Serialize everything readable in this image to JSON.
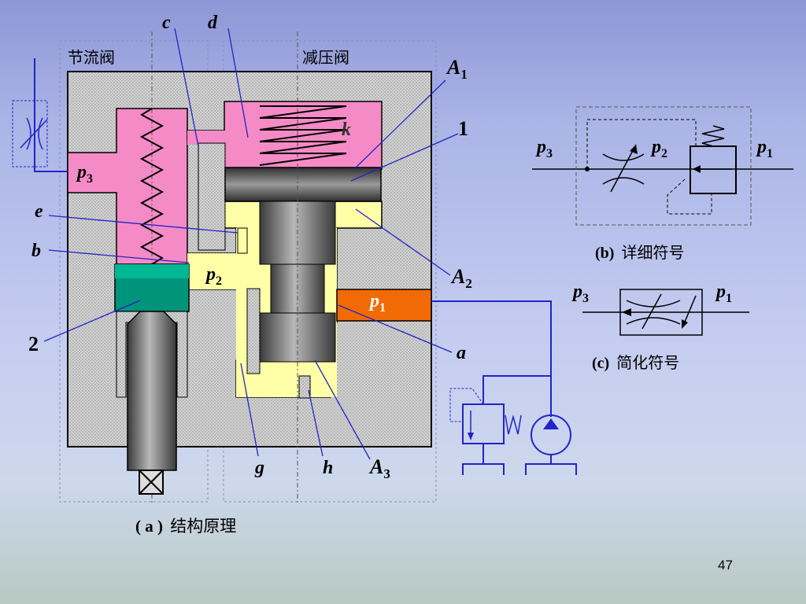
{
  "section_titles": {
    "throttle": "节流阀",
    "reducer": "减压阀"
  },
  "labels": {
    "c": "c",
    "d": "d",
    "k": "k",
    "one": "1",
    "two": "2",
    "e": "e",
    "b": "b",
    "a": "a",
    "g": "g",
    "h": "h",
    "A": "A",
    "sub1": "1",
    "sub2": "2",
    "sub3": "3",
    "p": "p"
  },
  "captions": {
    "a_open": "( a )",
    "a_text": "结构原理",
    "b_open": "(b)",
    "b_text": "详细符号",
    "c_open": "(c)",
    "c_text": "简化符号"
  },
  "page_number": "47",
  "colors": {
    "pink": "#f48bc6",
    "yellow": "#ffffa8",
    "green": "#00957a",
    "orange": "#f26a06",
    "blue_line": "#2323c8",
    "body_gray": "#c4c4c4"
  }
}
